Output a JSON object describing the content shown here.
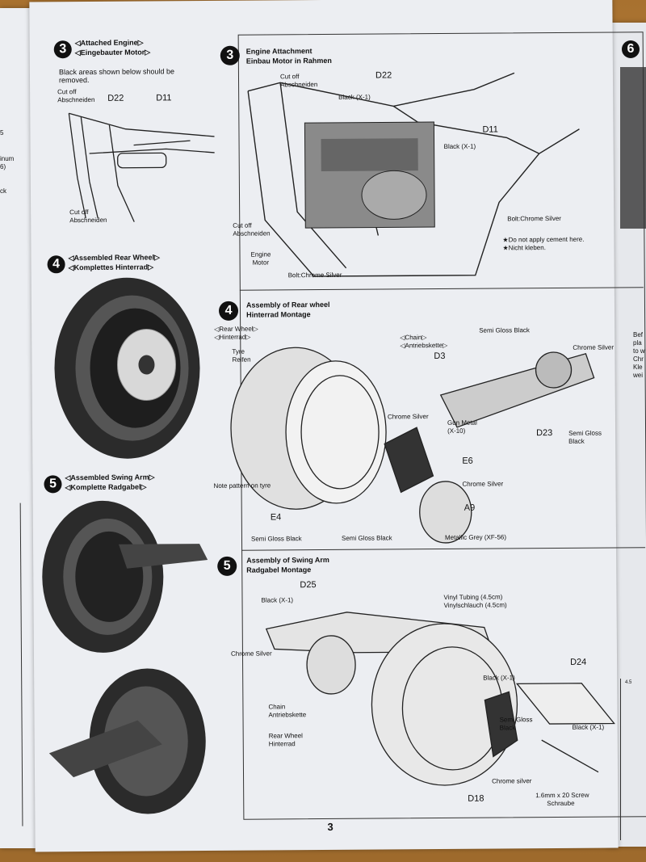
{
  "page": {
    "number": "3"
  },
  "left_fragment": {
    "lines": [
      "5",
      "inum",
      "6)",
      "ck"
    ]
  },
  "right_fragment": {
    "step": "6",
    "lines": [
      "Bef",
      "pla",
      "to w",
      "Chr",
      "Kle",
      "wei"
    ],
    "ruler_label": "4.5"
  },
  "left_column": {
    "step3": {
      "number": "3",
      "title_en": "◁Attached Engine▷",
      "title_de": "◁Eingebauter Motor▷",
      "note_lines": [
        "Black areas shown below should be",
        "removed."
      ],
      "cutoff_en": "Cut off",
      "cutoff_de": "Abschneiden",
      "parts": [
        "D22",
        "D11"
      ]
    },
    "step4": {
      "number": "4",
      "title_en": "◁Assembled Rear Wheel▷",
      "title_de": "◁Komplettes Hinterrad▷"
    },
    "step5": {
      "number": "5",
      "title_en": "◁Assembled Swing Arm▷",
      "title_de": "◁Komplette Radgabel▷"
    }
  },
  "step3": {
    "number": "3",
    "title_en": "Engine Attachment",
    "title_de": "Einbau Motor in Rahmen",
    "labels": {
      "cutoff_en": "Cut off",
      "cutoff_de": "Abschneiden",
      "d22": "D22",
      "d11": "D11",
      "black_x1": "Black (X-1)",
      "bolt": "Bolt:Chrome Silver",
      "no_cement_en": "★Do not apply cement here.",
      "no_cement_de": "★Nicht kleben.",
      "engine_en": "Engine",
      "engine_de": "Motor"
    }
  },
  "step4": {
    "number": "4",
    "title_en": "Assembly of Rear wheel",
    "title_de": "Hinterrad Montage",
    "labels": {
      "rear_wheel_en": "◁Rear Wheel▷",
      "rear_wheel_de": "◁Hinterrad▷",
      "tyre_en": "Tyre",
      "tyre_de": "Reifen",
      "chain_en": "◁Chain▷",
      "chain_de": "◁Antriebskette▷",
      "semi_gloss_black": "Semi Gloss Black",
      "semi_gloss_black_split": [
        "Semi Gloss",
        "Black"
      ],
      "d3": "D3",
      "chrome_silver": "Chrome Silver",
      "gun_metal": "Gun Metal",
      "gun_metal_code": "(X-10)",
      "d23": "D23",
      "e6": "E6",
      "note_pattern": "Note pattern on tyre",
      "a9": "A9",
      "e4": "E4",
      "metallic_grey": "Metallic Grey (XF-56)"
    }
  },
  "step5": {
    "number": "5",
    "title_en": "Assembly of Swing Arm",
    "title_de": "Radgabel Montage",
    "labels": {
      "d25": "D25",
      "black_x1": "Black (X-1)",
      "vinyl_en": "Vinyl Tubing (4.5cm)",
      "vinyl_de": "Vinylschlauch (4.5cm)",
      "chrome_silver": "Chrome Silver",
      "chrome_silver_lower": "Chrome silver",
      "d24": "D24",
      "chain_en": "Chain",
      "chain_de": "Antriebskette",
      "semi_gloss_black_split": [
        "Semi Gloss",
        "Black"
      ],
      "rear_wheel_en": "Rear Wheel",
      "rear_wheel_de": "Hinterrad",
      "screw_en": "1.6mm x 20 Screw",
      "screw_de": "Schraube",
      "d18": "D18"
    }
  }
}
